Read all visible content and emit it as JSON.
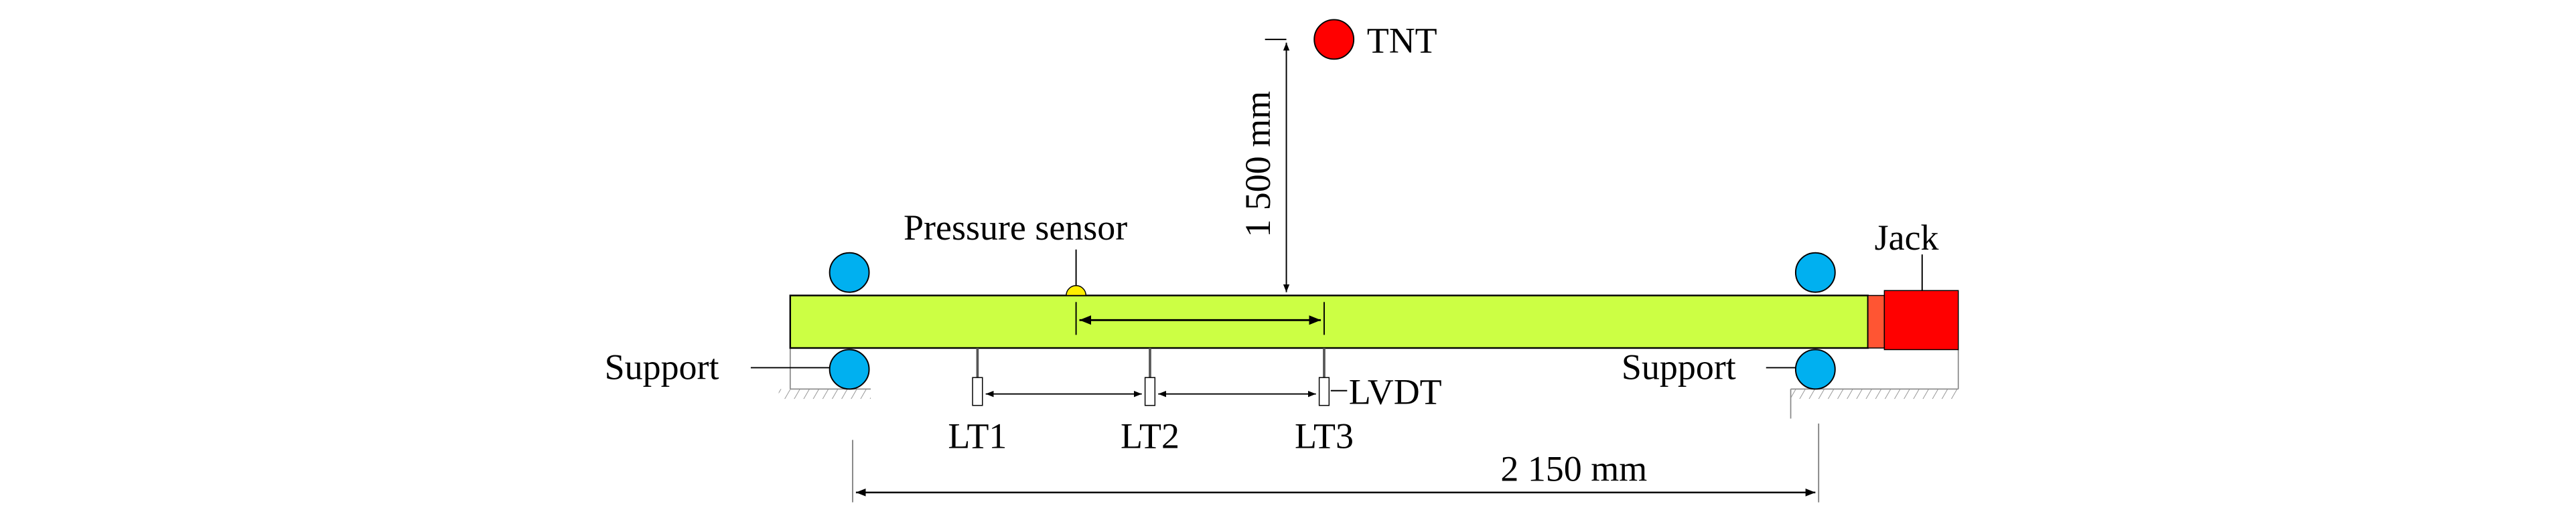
{
  "labels": {
    "tnt": "TNT",
    "standoff": "1 500 mm",
    "pressure_sensor": "Pressure sensor",
    "jack": "Jack",
    "support_left": "Support",
    "support_right": "Support",
    "lvdt": "LVDT",
    "lt1": "LT1",
    "lt2": "LT2",
    "lt3": "LT3",
    "span": "2 150 mm"
  },
  "colors": {
    "beam": "#ccff44",
    "support_roller": "#00b0f0",
    "tnt": "#ff0000",
    "jack": "#ff0000",
    "jack_plate": "#ff5533",
    "sensor": "#ffee00"
  }
}
